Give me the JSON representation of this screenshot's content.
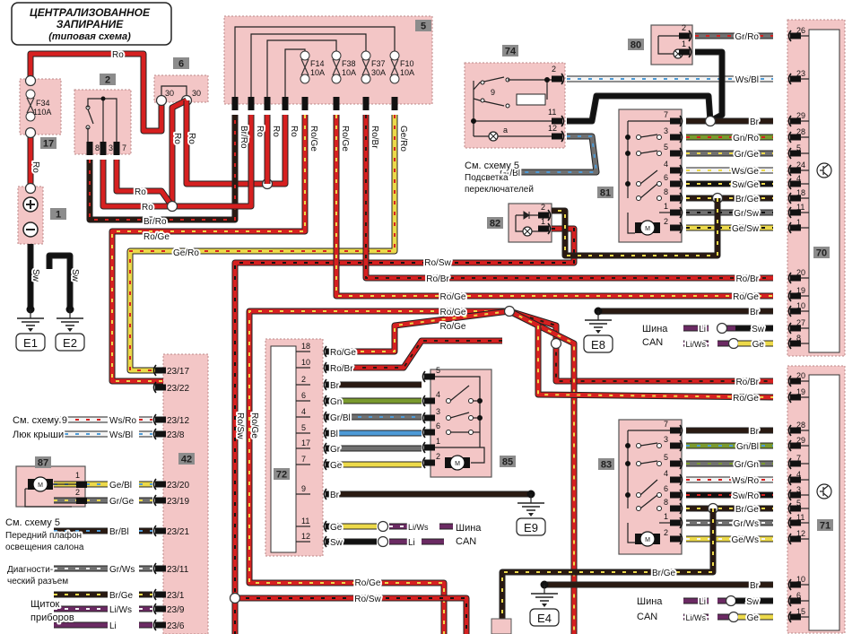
{
  "title": {
    "line1": "ЦЕНТРАЛИЗОВАННОЕ",
    "line2": "ЗАПИРАНИЕ",
    "line3": "(типовая схема)"
  },
  "wire_colors": {
    "Ro": "#d62020",
    "Br": "#2a1a12",
    "Gr": "#707070",
    "Ge": "#ecd94a",
    "Gn": "#7a9a2e",
    "Bl": "#4d9ad6",
    "Ws": "#f4f4f4",
    "Sw": "#111111",
    "Li": "#6b2a63"
  },
  "accent": {
    "block_fill": "#f3c6c6",
    "label_gray": "#8c8c8c"
  },
  "components": {
    "b1": "1",
    "b2": "2",
    "b5": "5",
    "b6": "6",
    "b17": "17",
    "b42": "42",
    "b70": "70",
    "b71": "71",
    "b72": "72",
    "b74": "74",
    "b80": "80",
    "b81": "81",
    "b82": "82",
    "b83": "83",
    "b85": "85",
    "b87": "87"
  },
  "fuses": [
    {
      "id": "F34",
      "rating": "110A"
    },
    {
      "id": "F14",
      "rating": "10A"
    },
    {
      "id": "F38",
      "rating": "10A"
    },
    {
      "id": "F37",
      "rating": "30A"
    },
    {
      "id": "F10",
      "rating": "10A"
    }
  ],
  "grounds": {
    "e1": "E1",
    "e2": "E2",
    "e4": "E4",
    "e8": "E8",
    "e9": "E9"
  },
  "block6_pins": [
    "30",
    "30"
  ],
  "block2_pins": [
    "8",
    "3",
    "7"
  ],
  "block74_pins": {
    "p2": "2",
    "p9": "9",
    "p11": "11",
    "p12": "12",
    "lamp": "a"
  },
  "block80_pins": [
    "2",
    "1"
  ],
  "block82_pins": [
    "2",
    "1"
  ],
  "block87_pins": [
    "1",
    "2"
  ],
  "motor_label": "M",
  "wires": [
    "Ro",
    "Ro",
    "Sw",
    "Sw",
    "Ro",
    "Ro",
    "Br/Ro",
    "Ro",
    "Ro",
    "Ro",
    "Ro/Ge",
    "Ro/Ge",
    "Ro/Br",
    "Ge/Ro",
    "Ro",
    "Ro",
    "Br/Ro",
    "Ro/Ge",
    "Ge/Ro",
    "Ro/Sw",
    "Ro/Br",
    "Ro/Ge",
    "Ro/Ge",
    "Ro/Ge",
    "Ro/Sw",
    "Ro/Ge",
    "Gr/Bl",
    "Br/Ge",
    "Ro/Ge",
    "Ro/Sw"
  ],
  "pins70": [
    {
      "pin": "26",
      "wire": "Gr/Ro"
    },
    {
      "pin": "23",
      "wire": "Ws/Bl"
    },
    {
      "pin": "29",
      "wire": "Br"
    },
    {
      "pin": "28",
      "wire": "Gn/Ro"
    },
    {
      "pin": "5",
      "wire": "Gr/Ge"
    },
    {
      "pin": "24",
      "wire": "Ws/Ge"
    },
    {
      "pin": "4",
      "wire": "Sw/Ge"
    },
    {
      "pin": "18",
      "wire": "Br/Ge"
    },
    {
      "pin": "11",
      "wire": "Gr/Sw"
    },
    {
      "pin": "1",
      "wire": "Ge/Sw"
    },
    {
      "pin": "20",
      "wire": "Ro/Br"
    },
    {
      "pin": "19",
      "wire": "Ro/Ge"
    },
    {
      "pin": "10",
      "wire": "Br"
    },
    {
      "pin": "27",
      "wire": "Sw"
    },
    {
      "pin": "8",
      "wire": "Ge"
    }
  ],
  "pins81": [
    "7",
    "3",
    "5",
    "4",
    "6",
    "8",
    "1",
    "2"
  ],
  "pins71": [
    {
      "pin": "20",
      "wire": "Ro/Br"
    },
    {
      "pin": "19",
      "wire": "Ro/Ge"
    },
    {
      "pin": "28",
      "wire": "Br"
    },
    {
      "pin": "29",
      "wire": "Gn/Bl"
    },
    {
      "pin": "7",
      "wire": "Gr/Gn"
    },
    {
      "pin": "4",
      "wire": "Ws/Ro"
    },
    {
      "pin": "3",
      "wire": "Sw/Ro"
    },
    {
      "pin": "5",
      "wire": "Br/Ge"
    },
    {
      "pin": "11",
      "wire": "Gr/Ws"
    },
    {
      "pin": "12",
      "wire": "Ge/Ws"
    },
    {
      "pin": "10",
      "wire": "Br"
    },
    {
      "pin": "6",
      "wire": "Sw"
    },
    {
      "pin": "15",
      "wire": "Ge"
    }
  ],
  "pins83": [
    "7",
    "3",
    "5",
    "4",
    "6",
    "8",
    "1",
    "2"
  ],
  "pins72": [
    {
      "pin": "18",
      "wire": "Ro/Ge"
    },
    {
      "pin": "10",
      "wire": "Ro/Br"
    },
    {
      "pin": "2",
      "wire": "Br"
    },
    {
      "pin": "6",
      "wire": "Gn"
    },
    {
      "pin": "4",
      "wire": "Gr/Bl"
    },
    {
      "pin": "5",
      "wire": "Bl"
    },
    {
      "pin": "17",
      "wire": "Gr"
    },
    {
      "pin": "7",
      "wire": "Ge"
    },
    {
      "pin": "9",
      "wire": "Br"
    },
    {
      "pin": "11",
      "wire": "Ge"
    },
    {
      "pin": "12",
      "wire": "Sw"
    }
  ],
  "pins85": [
    "5",
    "4",
    "3",
    "6",
    "1",
    "2"
  ],
  "pins42": [
    {
      "pin": "23/17"
    },
    {
      "pin": "23/22"
    },
    {
      "pin": "23/12",
      "wire": "Ws/Ro"
    },
    {
      "pin": "23/8",
      "wire": "Ws/Bl"
    },
    {
      "pin": "23/20",
      "wire": "Ge/Bl"
    },
    {
      "pin": "23/19",
      "wire": "Gr/Ge"
    },
    {
      "pin": "23/21",
      "wire": "Br/Bl"
    },
    {
      "pin": "23/11",
      "wire": "Gr/Ws"
    },
    {
      "pin": "23/1",
      "wire": "Br/Ge"
    },
    {
      "pin": "23/9",
      "wire": "Li/Ws"
    },
    {
      "pin": "23/6",
      "wire": "Li"
    }
  ],
  "can": {
    "line1": "Шина",
    "line2": "CAN",
    "li": "Li",
    "liws": "Li/Ws"
  },
  "notes": {
    "sunroof_ref": "См. схему 9",
    "sunroof": "Люк крыши",
    "lamp_ref": "См. схему 5",
    "lamp1": "Передний плафон",
    "lamp2": "освещения салона",
    "diag1": "Диагности-",
    "diag2": "ческий разъем",
    "cluster1": "Щиток",
    "cluster2": "приборов",
    "switch_ref": "См. схему 5",
    "switch1": "Подсветка",
    "switch2": "переключателей"
  }
}
